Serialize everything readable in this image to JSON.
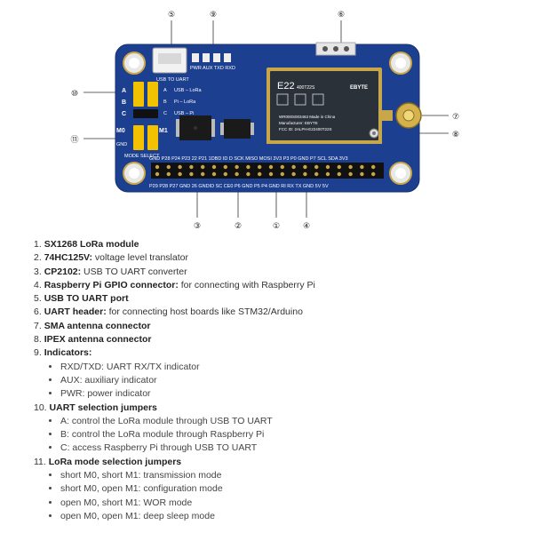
{
  "callouts": {
    "c1": "①",
    "c2": "②",
    "c3": "③",
    "c4": "④",
    "c5": "⑤",
    "c6": "⑥",
    "c7": "⑦",
    "c8": "⑧",
    "c9": "⑨",
    "c10": "⑩",
    "c11": "⑪"
  },
  "board": {
    "usb_to_uart": "USB TO UART",
    "indicators": "PWR AUX TXD RXD",
    "uart_rows": [
      "USB – LoRa",
      "Pi – LoRa",
      "USB – Pi"
    ],
    "uart_letters": [
      "A",
      "B",
      "C"
    ],
    "mode_pins": [
      "M0",
      "M1"
    ],
    "gnd": "GND",
    "mode_select": "MODE SELECT",
    "pin_row_top": "GND P28 P24 P23 22 P21 1DBD ID D SCK MISO MOSI 3V3 P3 P0 GND P7 SCL SDA 3V3",
    "pin_row_bottom": "P29 P28 P27 GND 26 GNDID SC CE0 P6 GND P5 P4 GND RI RX TX GND 5V 5V",
    "module": {
      "brand": "EBYTE",
      "model": "E22",
      "model_sub": "400T22S",
      "line1": "WR000S003463  Made in China",
      "line2": "Manufacturer: EBYTE",
      "line3": "FCC ID: 2ALPH-E22400T22S"
    }
  },
  "legend": [
    {
      "num": "1.",
      "title": "SX1268 LoRa module",
      "desc": ""
    },
    {
      "num": "2.",
      "title": "74HC125V:",
      "desc": " voltage level translator"
    },
    {
      "num": "3.",
      "title": "CP2102:",
      "desc": " USB TO UART converter"
    },
    {
      "num": "4.",
      "title": "Raspberry Pi GPIO connector:",
      "desc": " for connecting with Raspberry Pi"
    },
    {
      "num": "5.",
      "title": "USB TO UART port",
      "desc": ""
    },
    {
      "num": "6.",
      "title": "UART header:",
      "desc": " for connecting host boards like STM32/Arduino"
    },
    {
      "num": "7.",
      "title": "SMA antenna connector",
      "desc": ""
    },
    {
      "num": "8.",
      "title": "IPEX antenna connector",
      "desc": ""
    },
    {
      "num": "9.",
      "title": "Indicators:",
      "desc": ""
    },
    {
      "num": "10.",
      "title": "UART selection jumpers",
      "desc": ""
    },
    {
      "num": "11.",
      "title": "LoRa mode selection jumpers",
      "desc": ""
    }
  ],
  "indicators_sub": [
    "RXD/TXD: UART RX/TX indicator",
    "AUX: auxiliary indicator",
    "PWR: power indicator"
  ],
  "uart_sub": [
    "A: control the LoRa module through USB TO UART",
    "B: control the LoRa module through Raspberry Pi",
    "C: access Raspberry Pi through USB TO UART"
  ],
  "mode_sub": [
    "short M0, short M1: transmission mode",
    "short M0, open M1: configuration mode",
    "open M0, short M1: WOR mode",
    "open M0, open M1: deep sleep mode"
  ],
  "colors": {
    "pcb": "#1d3f8f",
    "pcb_edge": "#15306f",
    "jumper": "#f2c200",
    "module": "#2b3138",
    "gold": "#d4b24c"
  }
}
